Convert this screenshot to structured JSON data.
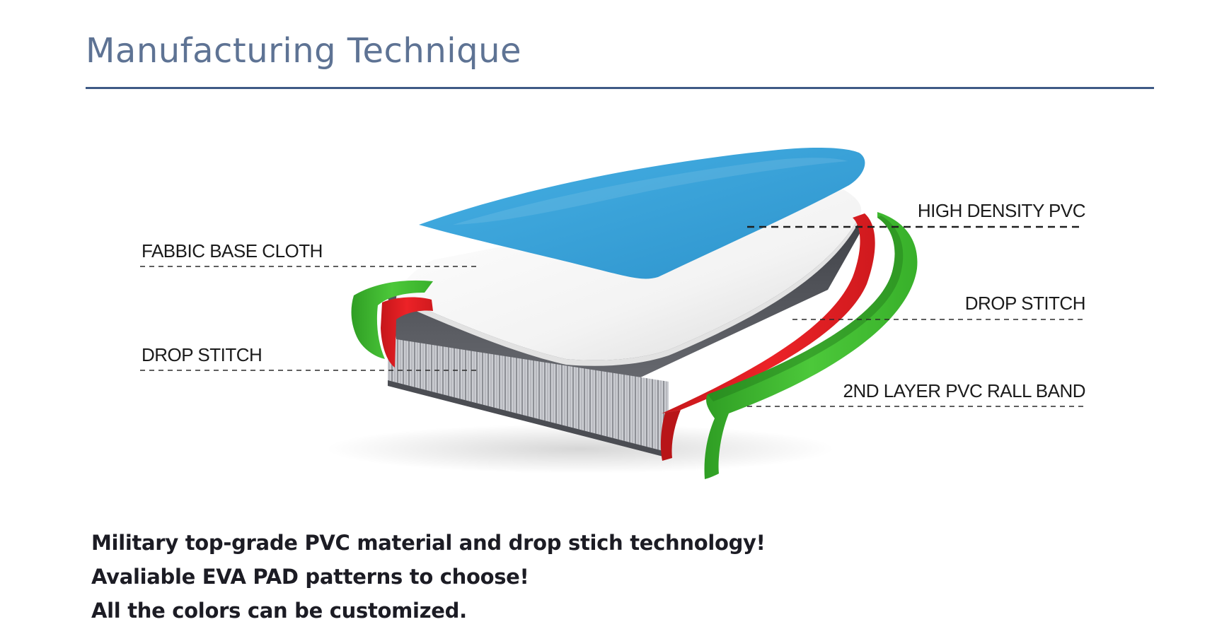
{
  "page": {
    "title": "Manufacturing Technique"
  },
  "diagram": {
    "labels": {
      "fabric_base_cloth": "FABBIC BASE CLOTH",
      "drop_stitch_left": "DROP STITCH",
      "high_density_pvc": "HIGH DENSITY PVC",
      "drop_stitch_right": "DROP STITCH",
      "rail_band": "2ND LAYER PVC RALL BAND"
    },
    "colors": {
      "top_deck": "#3ba2d8",
      "base_cloth": "#f2f2f2",
      "drop_stitch_core": "#5b5d63",
      "inner_rail": "#e31b1f",
      "outer_rail": "#3dba2e",
      "title": "#5e7394",
      "rule": "#3f5a86"
    }
  },
  "notes": [
    "Military top-grade PVC material and drop stich technology!",
    "Avaliable EVA PAD patterns to choose!",
    "All the colors can be customized."
  ]
}
